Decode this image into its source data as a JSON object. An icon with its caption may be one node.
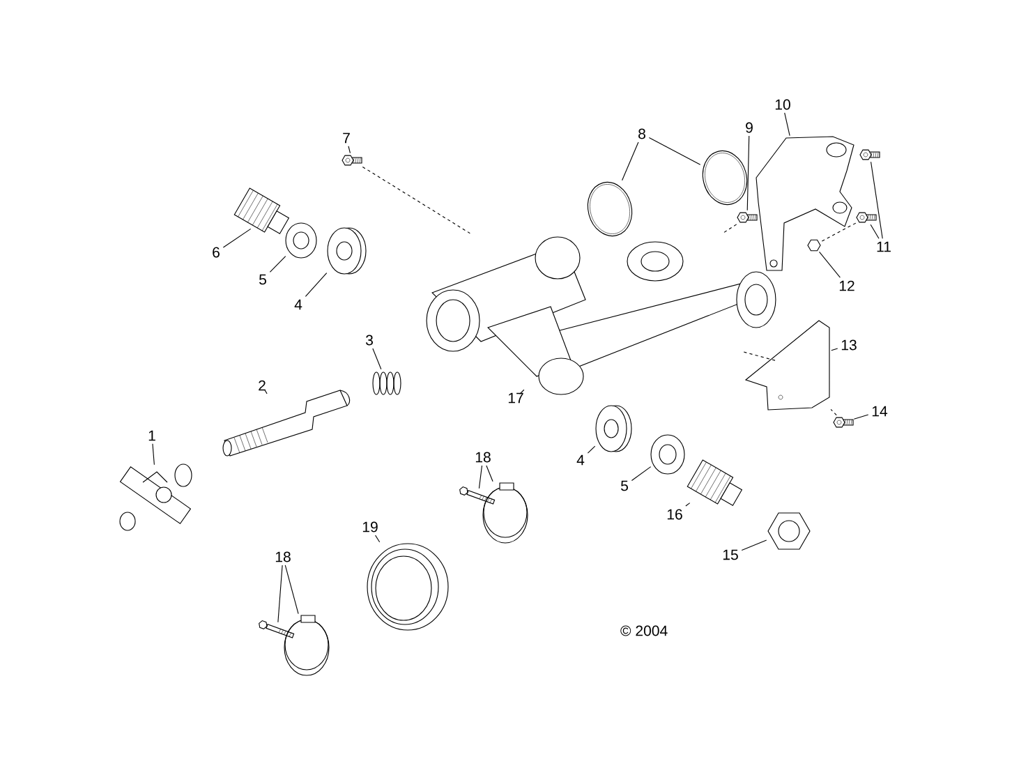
{
  "diagram": {
    "nodes": [
      {
        "text": [
          "1"
        ]
      },
      {
        "text": [
          "2"
        ]
      },
      {
        "text": [
          "3"
        ]
      },
      {
        "text": [
          "4"
        ]
      },
      {
        "text": [
          "5"
        ]
      },
      {
        "text": [
          "6"
        ]
      },
      {
        "text": [
          "7"
        ]
      },
      {
        "text": [
          "8"
        ]
      },
      {
        "text": [
          "9"
        ]
      },
      {
        "text": [
          "10"
        ]
      },
      {
        "text": [
          "11"
        ]
      },
      {
        "text": [
          "12"
        ]
      },
      {
        "text": [
          "13"
        ]
      },
      {
        "text": [
          "14"
        ]
      },
      {
        "text": [
          "17"
        ]
      },
      {
        "text": [
          "4"
        ]
      },
      {
        "text": [
          "5"
        ]
      },
      {
        "text": [
          "16"
        ]
      },
      {
        "text": [
          "15"
        ]
      },
      {
        "text": [
          "18"
        ]
      },
      {
        "text": [
          "19"
        ]
      },
      {
        "text": [
          "18"
        ]
      },
      {
        "text": [],
        "shape": "picture"
      },
      {
        "text": [],
        "shape": "picture"
      },
      {
        "text": [],
        "shape": "picture"
      },
      {
        "text": [],
        "shape": "picture"
      },
      {
        "text": [],
        "shape": "picture"
      },
      {
        "text": [],
        "shape": "picture"
      },
      {
        "text": [],
        "shape": "picture"
      },
      {
        "text": [],
        "shape": "picture"
      },
      {
        "text": [],
        "shape": "picture"
      },
      {
        "text": [],
        "shape": "picture"
      },
      {
        "text": [],
        "shape": "picture"
      },
      {
        "text": [],
        "shape": "picture"
      },
      {
        "text": [],
        "shape": "picture"
      },
      {
        "text": [],
        "shape": "picture"
      },
      {
        "text": [],
        "shape": "picture"
      },
      {
        "text": [],
        "shape": "picture"
      },
      {
        "text": [],
        "shape": "picture"
      },
      {
        "text": [],
        "shape": "picture"
      },
      {
        "text": [],
        "shape": "picture"
      },
      {
        "text": [],
        "shape": "picture"
      },
      {
        "text": [],
        "shape": "picture"
      },
      {
        "text": [],
        "shape": "picture"
      },
      {
        "text": [],
        "shape": "picture"
      },
      {
        "text": [],
        "shape": "picture"
      },
      {
        "text": [],
        "shape": "picture"
      },
      {
        "text": [],
        "shape": "picture"
      }
    ],
    "edges": [
      {
        "from": 0,
        "to": 22,
        "arrow": "none"
      },
      {
        "from": 1,
        "to": 23,
        "arrow": "none"
      },
      {
        "from": 2,
        "to": 24,
        "arrow": "none"
      },
      {
        "from": 3,
        "to": 25,
        "arrow": "none"
      },
      {
        "from": 4,
        "to": 26,
        "arrow": "none"
      },
      {
        "from": 5,
        "to": 27,
        "arrow": "none"
      },
      {
        "from": 6,
        "to": 28,
        "arrow": "none"
      },
      {
        "from": 7,
        "to": 29,
        "arrow": "none"
      },
      {
        "from": 7,
        "to": 30,
        "arrow": "none"
      },
      {
        "from": 8,
        "to": 31,
        "arrow": "none"
      },
      {
        "from": 9,
        "to": 32,
        "arrow": "none"
      },
      {
        "from": 10,
        "to": 33,
        "arrow": "none"
      },
      {
        "from": 10,
        "to": 34,
        "arrow": "none"
      },
      {
        "from": 11,
        "to": 35,
        "arrow": "none"
      },
      {
        "from": 12,
        "to": 36,
        "arrow": "none"
      },
      {
        "from": 13,
        "to": 37,
        "arrow": "none"
      },
      {
        "from": 14,
        "to": 38,
        "arrow": "none"
      },
      {
        "from": 15,
        "to": 39,
        "arrow": "none"
      },
      {
        "from": 16,
        "to": 40,
        "arrow": "none"
      },
      {
        "from": 17,
        "to": 41,
        "arrow": "none"
      },
      {
        "from": 18,
        "to": 42,
        "arrow": "none"
      },
      {
        "from": 19,
        "to": 43,
        "arrow": "none"
      },
      {
        "from": 19,
        "to": 44,
        "arrow": "none"
      },
      {
        "from": 20,
        "to": 45,
        "arrow": "none"
      },
      {
        "from": 21,
        "to": 46,
        "arrow": "none"
      },
      {
        "from": 21,
        "to": 47,
        "arrow": "none"
      },
      {
        "from": 28,
        "to": 38,
        "arrow": "none",
        "style": "dashed"
      },
      {
        "from": 31,
        "to": 38,
        "arrow": "none",
        "style": "dashed"
      },
      {
        "from": 34,
        "to": 35,
        "arrow": "none",
        "style": "dashed"
      },
      {
        "from": 36,
        "to": 38,
        "arrow": "none",
        "style": "dashed"
      },
      {
        "from": 37,
        "to": 36,
        "arrow": "none",
        "style": "dashed"
      }
    ],
    "labels": [
      "© 2004"
    ]
  }
}
